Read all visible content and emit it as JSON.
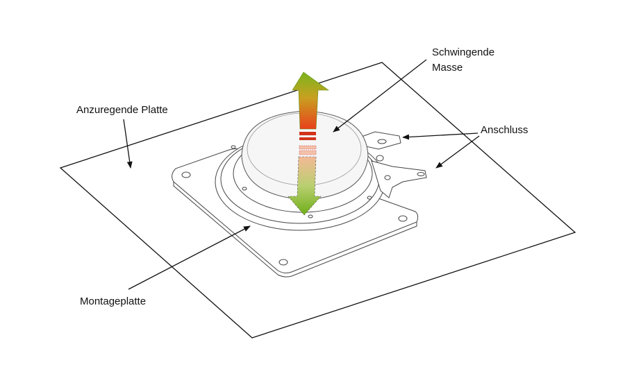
{
  "labels": {
    "excited_plate": "Anzuregende Platte",
    "oscillating_mass_line1": "Schwingende",
    "oscillating_mass_line2": "Masse",
    "connector": "Anschluss",
    "mounting_plate": "Montageplatte"
  },
  "colors": {
    "arrow_green": "#7ab51d",
    "arrow_red": "#e0401c",
    "arrow_peach": "#f2b896",
    "line": "#111111",
    "outline": "#555555"
  }
}
